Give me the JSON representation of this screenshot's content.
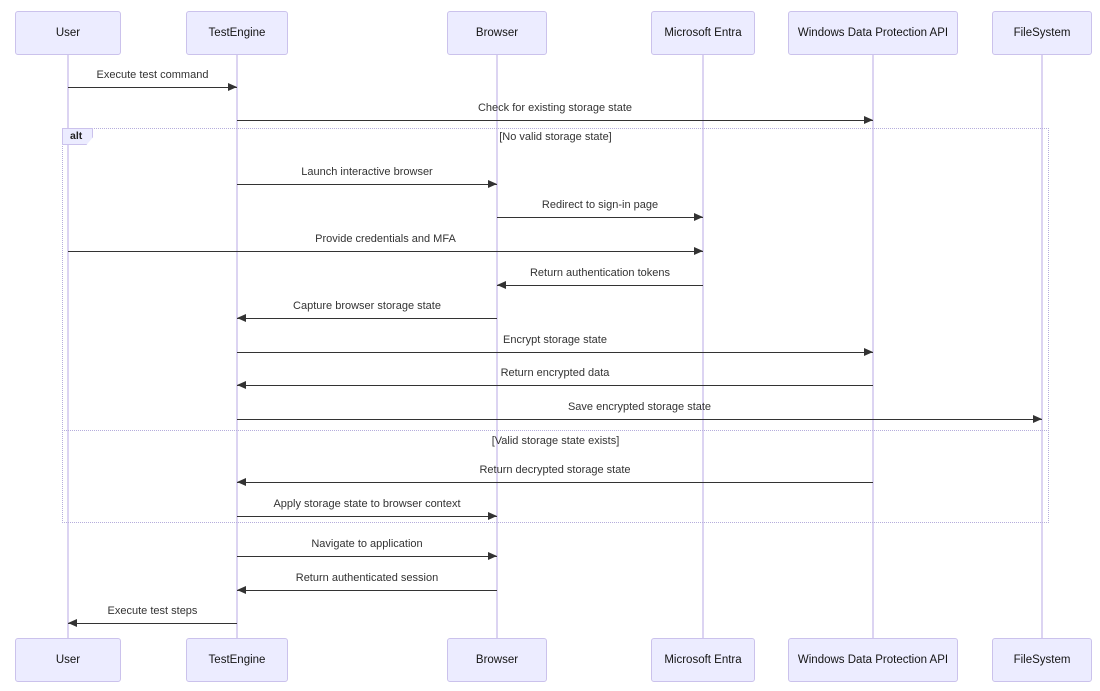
{
  "diagram": {
    "type": "sequence",
    "participants": [
      {
        "id": "user",
        "label": "User"
      },
      {
        "id": "testengine",
        "label": "TestEngine"
      },
      {
        "id": "browser",
        "label": "Browser"
      },
      {
        "id": "entra",
        "label": "Microsoft Entra"
      },
      {
        "id": "wdpapi",
        "label": "Windows Data Protection API"
      },
      {
        "id": "filesystem",
        "label": "FileSystem"
      }
    ],
    "alt_block": {
      "operator": "alt",
      "branches": [
        {
          "guard": "[No valid storage state]"
        },
        {
          "guard": "[Valid storage state exists]"
        }
      ]
    },
    "messages": [
      {
        "from": "User",
        "to": "TestEngine",
        "label": "Execute test command",
        "arrow": "solid"
      },
      {
        "from": "TestEngine",
        "to": "Windows Data Protection API",
        "label": "Check for existing storage state",
        "arrow": "solid"
      },
      {
        "from": "TestEngine",
        "to": "Browser",
        "label": "Launch interactive browser",
        "arrow": "solid"
      },
      {
        "from": "Browser",
        "to": "Microsoft Entra",
        "label": "Redirect to sign-in page",
        "arrow": "solid"
      },
      {
        "from": "User",
        "to": "Microsoft Entra",
        "label": "Provide credentials and MFA",
        "arrow": "solid"
      },
      {
        "from": "Microsoft Entra",
        "to": "Browser",
        "label": "Return authentication tokens",
        "arrow": "solid"
      },
      {
        "from": "Browser",
        "to": "TestEngine",
        "label": "Capture browser storage state",
        "arrow": "solid"
      },
      {
        "from": "TestEngine",
        "to": "Windows Data Protection API",
        "label": "Encrypt storage state",
        "arrow": "solid"
      },
      {
        "from": "Windows Data Protection API",
        "to": "TestEngine",
        "label": "Return encrypted data",
        "arrow": "solid"
      },
      {
        "from": "TestEngine",
        "to": "FileSystem",
        "label": "Save encrypted storage state",
        "arrow": "solid"
      },
      {
        "from": "Windows Data Protection API",
        "to": "TestEngine",
        "label": "Return decrypted storage state",
        "arrow": "solid"
      },
      {
        "from": "TestEngine",
        "to": "Browser",
        "label": "Apply storage state to browser context",
        "arrow": "solid"
      },
      {
        "from": "TestEngine",
        "to": "Browser",
        "label": "Navigate to application",
        "arrow": "solid"
      },
      {
        "from": "Browser",
        "to": "TestEngine",
        "label": "Return authenticated session",
        "arrow": "solid"
      },
      {
        "from": "TestEngine",
        "to": "User",
        "label": "Execute test steps",
        "arrow": "solid"
      }
    ],
    "colors": {
      "participant_fill": "#ECECFF",
      "participant_border": "#CBC2EC",
      "lifeline": "#DCD4F2",
      "arrow": "#333333",
      "frame_border": "#B5ADDC",
      "background": "#FFFFFF"
    }
  }
}
